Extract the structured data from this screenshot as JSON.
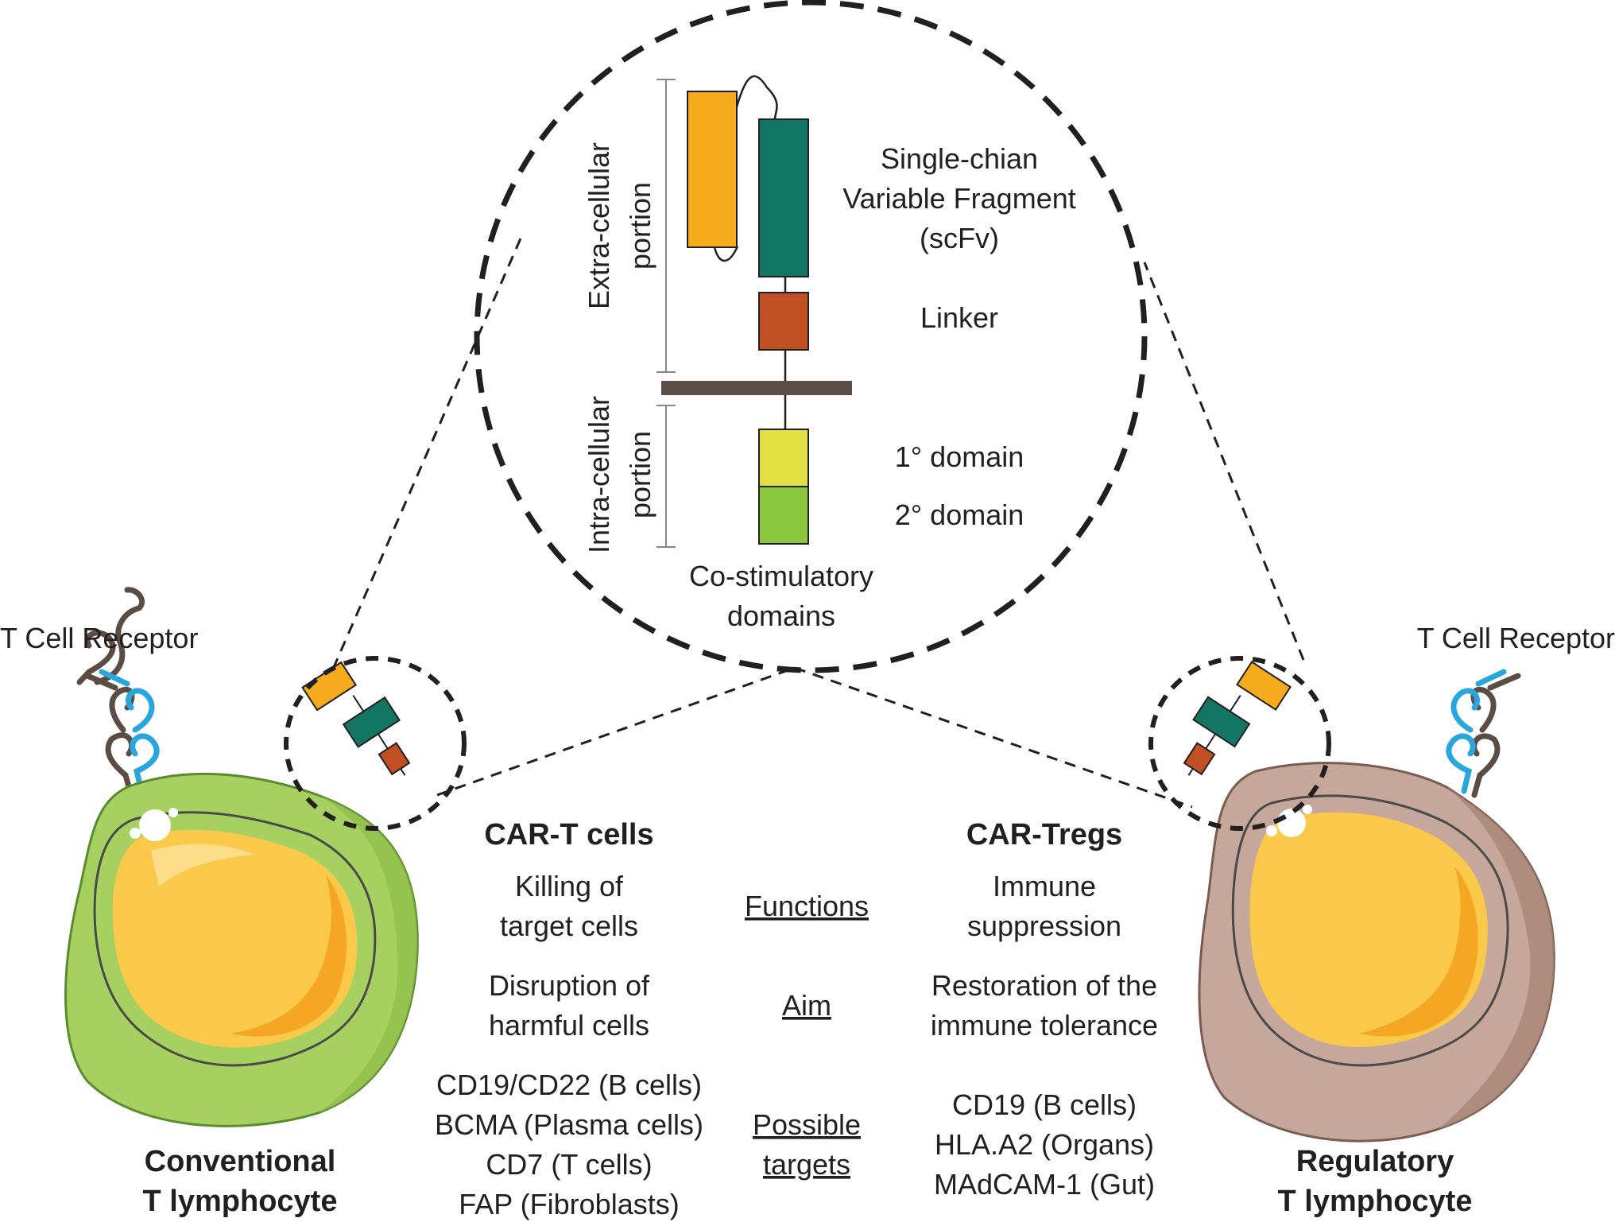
{
  "cell_labels": {
    "conventional": [
      "Conventional",
      "T lymphocyte"
    ],
    "regulatory": [
      "Regulatory",
      "T lymphocyte"
    ],
    "tcr_left": "T Cell Receptor",
    "tcr_right": "T Cell Receptor"
  },
  "car_structure": {
    "extracellular": [
      "Extra-cellular",
      "portion"
    ],
    "intracellular": [
      "Intra-cellular",
      "portion"
    ],
    "scfv": [
      "Single-chian",
      "Variable Fragment",
      "(scFv)"
    ],
    "linker": "Linker",
    "domain1": "1° domain",
    "domain2": "2° domain",
    "costim": [
      "Co-stimulatory",
      "domains"
    ]
  },
  "comparison": {
    "car_t_title": "CAR-T cells",
    "car_treg_title": "CAR-Tregs",
    "functions_label": "Functions",
    "aim_label": "Aim",
    "targets_label": [
      "Possible",
      "targets"
    ],
    "car_t_functions": [
      "Killing of",
      "target cells"
    ],
    "car_treg_functions": [
      "Immune",
      "suppression"
    ],
    "car_t_aim": [
      "Disruption of",
      "harmful cells"
    ],
    "car_treg_aim": [
      "Restoration of the",
      "immune tolerance"
    ],
    "car_t_targets": [
      "CD19/CD22 (B cells)",
      "BCMA (Plasma cells)",
      "CD7 (T cells)",
      "FAP (Fibroblasts)"
    ],
    "car_treg_targets": [
      "CD19 (B cells)",
      "HLA.A2 (Organs)",
      "MAdCAM-1 (Gut)"
    ]
  },
  "colors": {
    "scfv_light": "#f6ab1d",
    "scfv_heavy": "#137564",
    "linker": "#c04f24",
    "membrane": "#5b4c44",
    "domain1": "#e2df45",
    "domain2": "#8cc63f",
    "conv_cell": "#a6d160",
    "treg_cell": "#c6a79b",
    "nucleus": "#fbc94a",
    "tcr_blue": "#29a6de"
  }
}
